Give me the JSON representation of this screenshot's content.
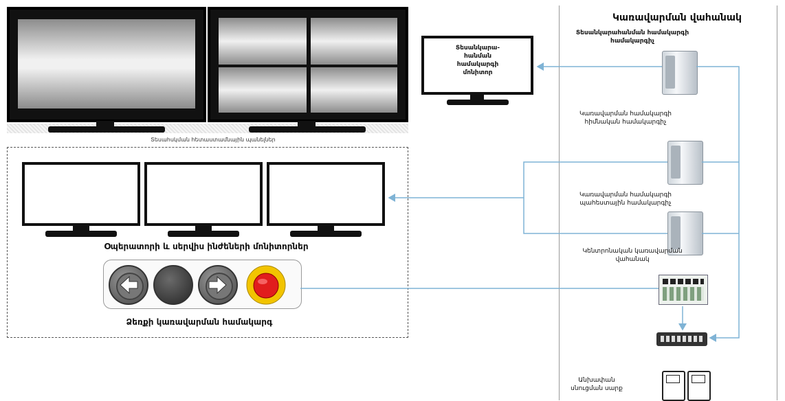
{
  "video_wall": {
    "caption": "Տեսահսկման  հետաստամնային  պանելներ"
  },
  "video_monitor": {
    "lines": [
      "Տեսանկարա-",
      "հանման",
      "համակարգի",
      "մոնիտոր"
    ]
  },
  "operator_monitors": {
    "caption": "Օպերատորի և սերվիս ինժեների մոնիտորներ"
  },
  "manual_control": {
    "caption": "Ձեռքի կառավարման համակարգ",
    "buttons": [
      "left-arrow",
      "stop",
      "right-arrow",
      "emergency-stop"
    ]
  },
  "control_panel": {
    "title": "Կառավարման վահանակ",
    "video_server": [
      "Տեսանկարահանման համակարգի",
      "համակարգիչ"
    ],
    "main_server": [
      "Կառավարման համակարգի",
      "հիմնական համակարգիչ"
    ],
    "backup_server": [
      "Կառավարման համակարգի",
      "պահեստային համակարգիչ"
    ],
    "central_panel": [
      "Կենտրոնական կառավարման",
      "վահանակ"
    ],
    "ups": [
      "Անխափան",
      "սնուցման սարք"
    ]
  },
  "colors": {
    "connector": "#7fb3d5",
    "emergency": "#e11d1d",
    "warning_ring": "#f2c400"
  }
}
